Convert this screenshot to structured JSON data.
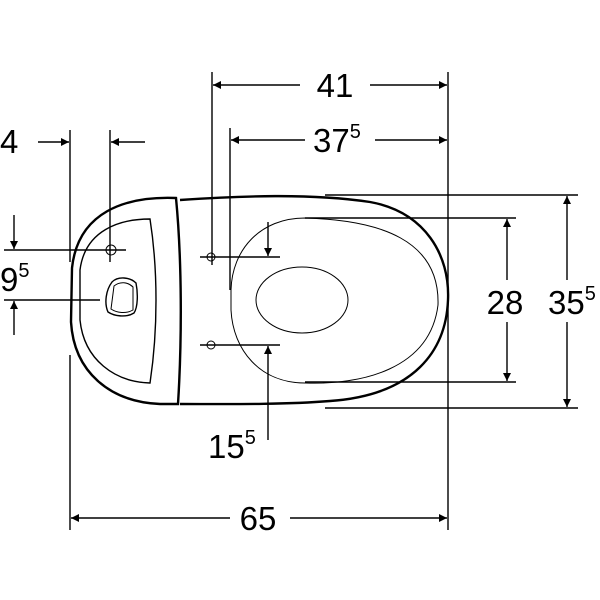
{
  "drawing": {
    "dimensions": {
      "overall_height_41": {
        "value": "41",
        "sup": ""
      },
      "seat_offset_37_5": {
        "value": "37",
        "sup": "5"
      },
      "tank_offset_4": {
        "value": "4",
        "sup": ""
      },
      "fixing_offset_9_5": {
        "value": "9",
        "sup": "5"
      },
      "seat_width_28": {
        "value": "28",
        "sup": ""
      },
      "overall_width_35_5": {
        "value": "35",
        "sup": "5"
      },
      "fixing_spacing_15_5": {
        "value": "15",
        "sup": "5"
      },
      "overall_length_65": {
        "value": "65",
        "sup": ""
      }
    }
  }
}
